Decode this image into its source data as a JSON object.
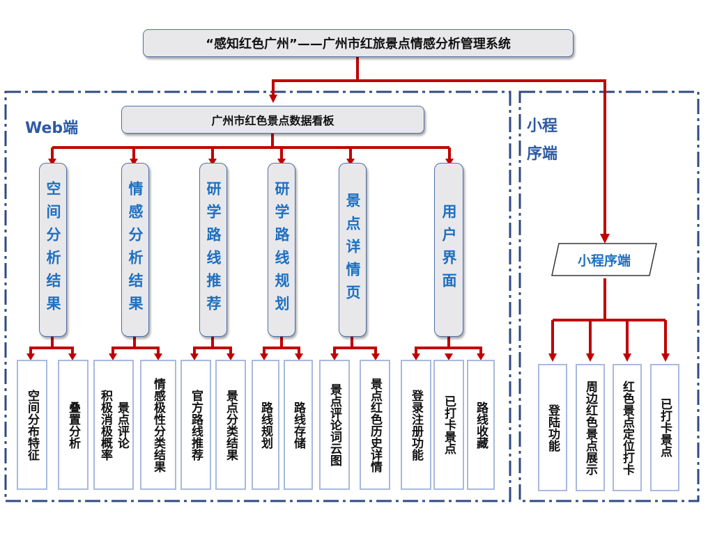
{
  "title": "“感知红色广州”——广州市红旅景点情感分析管理系统",
  "web": {
    "label": "Web端",
    "dashboard": "广州市红色景点数据看板",
    "modules": [
      {
        "label": "空间分析结果",
        "leaves": [
          "空间分布特征",
          "叠置分析"
        ]
      },
      {
        "label": "情感分析结果",
        "leaves": [
          "积极消极概率",
          "景点评论",
          "情感极性分类结果"
        ]
      },
      {
        "label": "研学路线推荐",
        "leaves": [
          "官方路线推荐",
          "景点分类结果"
        ]
      },
      {
        "label": "研学路线规划",
        "leaves": [
          "路线规划",
          "路线存储"
        ]
      },
      {
        "label": "景点详情页",
        "leaves": [
          "景点评论词云图",
          "景点红色历史详情"
        ]
      },
      {
        "label": "用户界面",
        "leaves": [
          "登录注册功能",
          "已打卡景点",
          "路线收藏"
        ]
      }
    ]
  },
  "mini": {
    "label": "小程序端",
    "node": "小程序端",
    "leaves": [
      "登陆功能",
      "周边红色景点展示",
      "红色景点定位打卡",
      "已打卡景点"
    ]
  },
  "colors": {
    "connector": "#c00000",
    "frame": "#2f4a80",
    "accent_text": "#1d6fc0"
  }
}
